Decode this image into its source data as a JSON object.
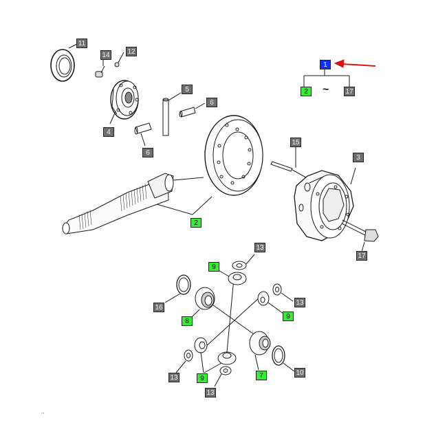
{
  "callouts": {
    "c11": "11",
    "c14": "14",
    "c12": "12",
    "c5": "5",
    "c6a": "6",
    "c6b": "6",
    "c4": "4",
    "c1": "1",
    "c2a": "2",
    "c17a": "17",
    "c15": "15",
    "c3": "3",
    "c2b": "2",
    "c17b": "17",
    "c13a": "13",
    "c9a": "9",
    "c16": "16",
    "c13b": "13",
    "c8": "8",
    "c9b": "9",
    "c10": "10",
    "c7": "7",
    "c13c": "13",
    "c9c": "9",
    "c13d": "13"
  },
  "range_symbol": "~",
  "small_mark": "..",
  "colors": {
    "callout_gray": "#6f6f6f",
    "callout_green": "#33ee33",
    "callout_blue": "#1030ff",
    "arrow_red": "#e01010",
    "line": "#1a1a1a"
  }
}
